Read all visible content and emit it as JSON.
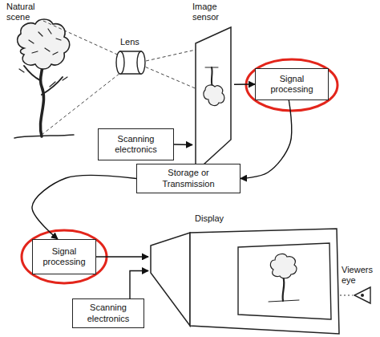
{
  "diagram": {
    "nodes": [
      {
        "text": [
          "Image sensor"
        ]
      },
      {
        "text": [
          "Signal processing"
        ]
      },
      {
        "text": [
          "Scanning electronics"
        ]
      },
      {
        "text": [
          "Storage or Transmission"
        ]
      },
      {
        "text": [
          "Signal processing"
        ]
      },
      {
        "text": [
          "Display"
        ]
      },
      {
        "text": [
          "Scanning electronics"
        ]
      }
    ],
    "edges": [
      {
        "from": 0,
        "to": 1,
        "arrow": "to"
      },
      {
        "from": 2,
        "to": 0,
        "arrow": "to"
      },
      {
        "from": 1,
        "to": 3,
        "arrow": "to"
      },
      {
        "from": 3,
        "to": 4,
        "arrow": "to"
      },
      {
        "from": 4,
        "to": 5,
        "arrow": "to"
      },
      {
        "from": 6,
        "to": 5,
        "arrow": "to"
      }
    ],
    "labels": [
      "Natural scene",
      "Lens",
      "Viewers eye"
    ]
  }
}
